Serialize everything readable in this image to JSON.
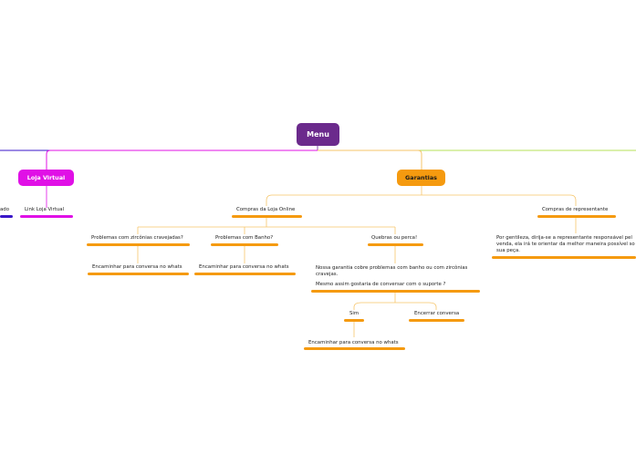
{
  "root": {
    "label": "Menu",
    "color": "#6b2a8c"
  },
  "branches": {
    "loja_virtual": {
      "label": "Loja Virtual",
      "color": "#e010e6",
      "child": "Link Loja Virtual"
    },
    "left_cut": {
      "label": "ado",
      "color": "#3a16c8"
    },
    "garantias": {
      "label": "Garantias",
      "color": "#f59a0f",
      "compras_loja_online": {
        "label": "Compras da Loja Online",
        "zirconias": {
          "label": "Problemas com zircônias cravejadas?",
          "child": "Encaminhar para conversa no whats"
        },
        "banho": {
          "label": "Problemas com Banho?",
          "child": "Encaminhar para conversa no whats"
        },
        "quebras": {
          "label": "Quebras ou perca!",
          "info_line1": "Nossa garantia cobre problemas com banho ou com zircônias cravejas.",
          "info_line2": "Mesmo assim gostaria de conversar com o suporte ?",
          "sim": {
            "label": "Sim",
            "child": "Encaminhar para conversa no whats"
          },
          "encerrar": {
            "label": "Encerrar conversa"
          }
        }
      },
      "compras_representante": {
        "label": "Compras de representante",
        "child": "Por gentileza, dirija-se a representante responsável pel venda, ela irá te orientar da melhor maneira possível so sua peça."
      }
    }
  },
  "colors": {
    "connector_orange": "#f6c56a",
    "connector_green": "#b4e05a",
    "underline_orange": "#f59a0f"
  }
}
